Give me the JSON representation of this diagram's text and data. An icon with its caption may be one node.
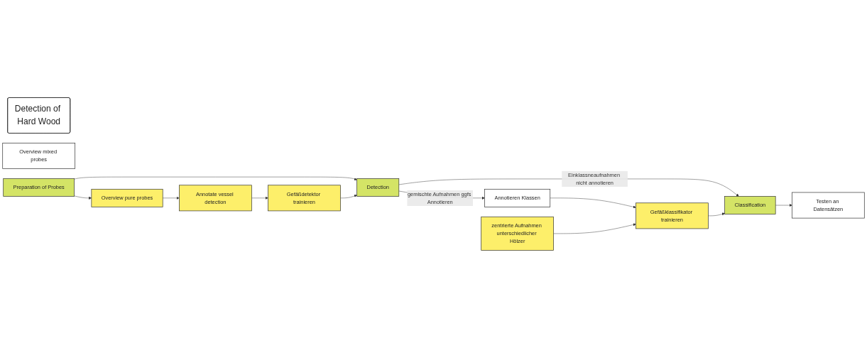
{
  "diagram": {
    "nodes": [
      {
        "text": [
          "Detection of Hard Wood"
        ]
      },
      {
        "text": [
          "Overview mixed probes"
        ]
      },
      {
        "text": [
          "Preparation of Probes"
        ]
      },
      {
        "text": [
          "Detection"
        ]
      },
      {
        "text": [
          "Testen an Datensätzen"
        ]
      },
      {
        "text": [
          "Classification"
        ]
      },
      {
        "text": [
          "Overview pure probes"
        ]
      },
      {
        "text": [
          "Gefäßklassifikator trainieren"
        ]
      },
      {
        "text": [
          "Annotate vessel detection"
        ]
      },
      {
        "text": [
          "Gefäßdetektor trainieren"
        ]
      },
      {
        "text": [
          "Annotieren Klassen"
        ]
      },
      {
        "text": [
          "zentrierte Aufnahmen unterschiedlicher Hölzer"
        ]
      }
    ],
    "edges": [
      {
        "from": 2,
        "to": 3,
        "arrow": "to"
      },
      {
        "from": 2,
        "to": 6,
        "arrow": "to"
      },
      {
        "from": 6,
        "to": 8,
        "arrow": "to"
      },
      {
        "from": 8,
        "to": 9,
        "arrow": "to"
      },
      {
        "from": 9,
        "to": 3,
        "arrow": "to"
      },
      {
        "from": 3,
        "to": 5,
        "arrow": "to",
        "label": "Einklassneaufnahmen nicht annotieren"
      },
      {
        "from": 3,
        "to": 10,
        "arrow": "to",
        "label": "gemischte Aufnahmen ggfs Annotieren"
      },
      {
        "from": 5,
        "to": 4,
        "arrow": "to"
      },
      {
        "from": 10,
        "to": 7,
        "arrow": "to"
      },
      {
        "from": 11,
        "to": 7,
        "arrow": "to"
      },
      {
        "from": 7,
        "to": 5,
        "arrow": "to"
      }
    ]
  }
}
